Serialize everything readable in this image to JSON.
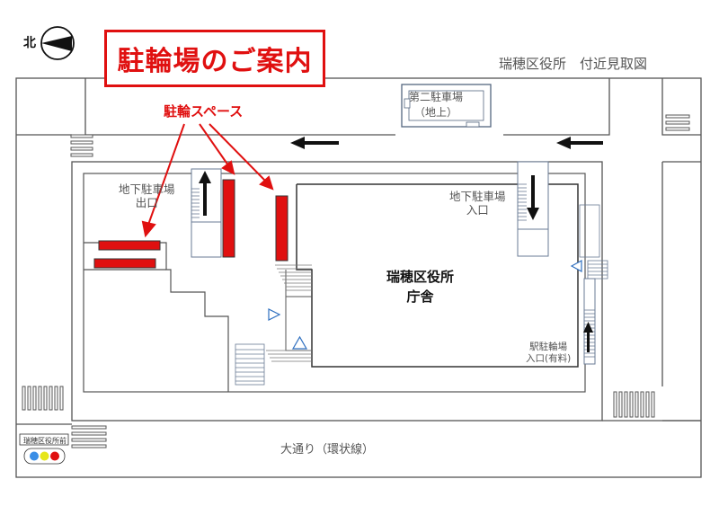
{
  "title": "駐輪場のご案内",
  "subtitle": "瑞穂区役所　付近見取図",
  "north_label": "北",
  "bike_space_label": "駐輪スペース",
  "parking2": {
    "line1": "第二駐車場",
    "line2": "（地上）"
  },
  "underground_exit": {
    "line1": "地下駐車場",
    "line2": "出口"
  },
  "underground_entry": {
    "line1": "地下駐車場",
    "line2": "入口"
  },
  "office": {
    "line1": "瑞穂区役所",
    "line2": "庁舎"
  },
  "station_bike": {
    "line1": "駅駐輪場",
    "line2": "入口(有料)"
  },
  "avenue": "大通り（環状線）",
  "bus_stop": "瑞穂区役所前",
  "colors": {
    "accent_red": "#e01010",
    "bike_space": "#e01010",
    "wall": "#555555",
    "stairs_blue": "#6a7b95",
    "road_white": "#ffffff",
    "traffic_light": [
      "#3a8ee6",
      "#e6e61a",
      "#e01010"
    ]
  }
}
